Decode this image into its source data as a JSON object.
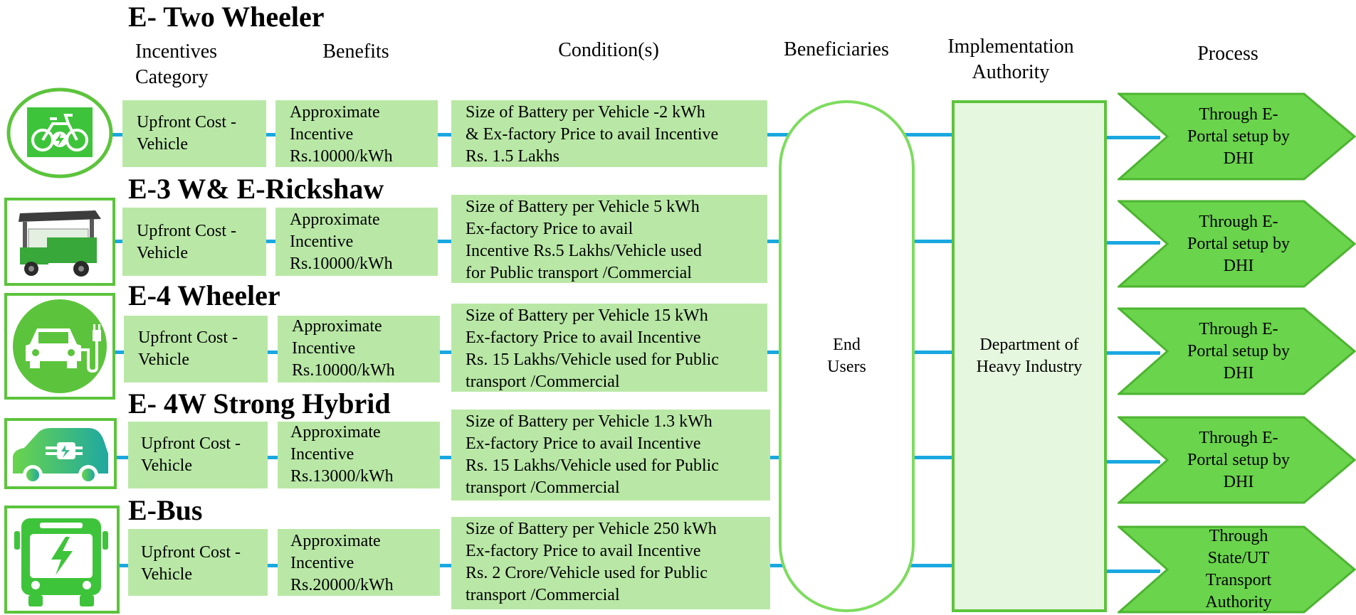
{
  "headers": {
    "incentives_category": "Incentives Category",
    "benefits": "Benefits",
    "conditions": "Condition(s)",
    "beneficiaries": "Beneficiaries",
    "implementation_authority": "Implementation Authority",
    "process": "Process"
  },
  "beneficiary": "End Users",
  "authority": "Department of Heavy Industry",
  "rows": [
    {
      "title": "E- Two Wheeler",
      "icon": "electric-bicycle-icon",
      "category": "Upfront Cost - Vehicle",
      "benefit": [
        "Approximate",
        "Incentive",
        "Rs.10000/kWh"
      ],
      "condition": [
        "Size of Battery  per Vehicle -2 kWh",
        "& Ex-factory Price to avail Incentive",
        "Rs. 1.5 Lakhs"
      ],
      "process": [
        "Through E-",
        "Portal setup by",
        "DHI"
      ]
    },
    {
      "title": "E-3 W& E-Rickshaw",
      "icon": "e-rickshaw-icon",
      "category": "Upfront Cost - Vehicle",
      "benefit": [
        "Approximate",
        "Incentive",
        "Rs.10000/kWh"
      ],
      "condition": [
        "Size of Battery  per Vehicle 5 kWh",
        "Ex-factory Price to avail",
        "Incentive Rs.5 Lakhs/Vehicle used",
        "for Public transport /Commercial"
      ],
      "process": [
        "Through E-",
        "Portal setup by",
        "DHI"
      ]
    },
    {
      "title": "E-4 Wheeler",
      "icon": "electric-car-charging-icon",
      "category": "Upfront Cost - Vehicle",
      "benefit": [
        "Approximate",
        "Incentive",
        "Rs.10000/kWh"
      ],
      "condition": [
        "Size of Battery  per Vehicle 15 kWh",
        "Ex-factory Price to avail Incentive",
        "Rs. 15 Lakhs/Vehicle used for Public",
        "transport /Commercial"
      ],
      "process": [
        "Through E-",
        "Portal setup by",
        "DHI"
      ]
    },
    {
      "title": "E- 4W Strong Hybrid",
      "icon": "hybrid-car-plug-icon",
      "category": "Upfront Cost - Vehicle",
      "benefit": [
        "Approximate",
        "Incentive",
        "Rs.13000/kWh"
      ],
      "condition": [
        "Size of Battery  per Vehicle 1.3 kWh",
        "Ex-factory Price to avail Incentive",
        "Rs. 15 Lakhs/Vehicle used for Public",
        "transport /Commercial"
      ],
      "process": [
        "Through E-",
        "Portal setup by",
        "DHI"
      ]
    },
    {
      "title": "E-Bus",
      "icon": "electric-bus-icon",
      "category": "Upfront Cost - Vehicle",
      "benefit": [
        "Approximate",
        "Incentive",
        "Rs.20000/kWh"
      ],
      "condition": [
        "Size of Battery  per Vehicle 250 kWh",
        "Ex-factory Price to avail Incentive",
        "Rs. 2 Crore/Vehicle used for Public",
        "transport /Commercial"
      ],
      "process": [
        "Through",
        "State/UT",
        "Transport",
        "Authority"
      ]
    }
  ],
  "colors": {
    "box_fill": "#b9e8a6",
    "connector": "#1aa8e0",
    "arrow_fill": "#6ad44c",
    "arrow_stroke": "#4cb430",
    "icon_green": "#5cc43c"
  }
}
